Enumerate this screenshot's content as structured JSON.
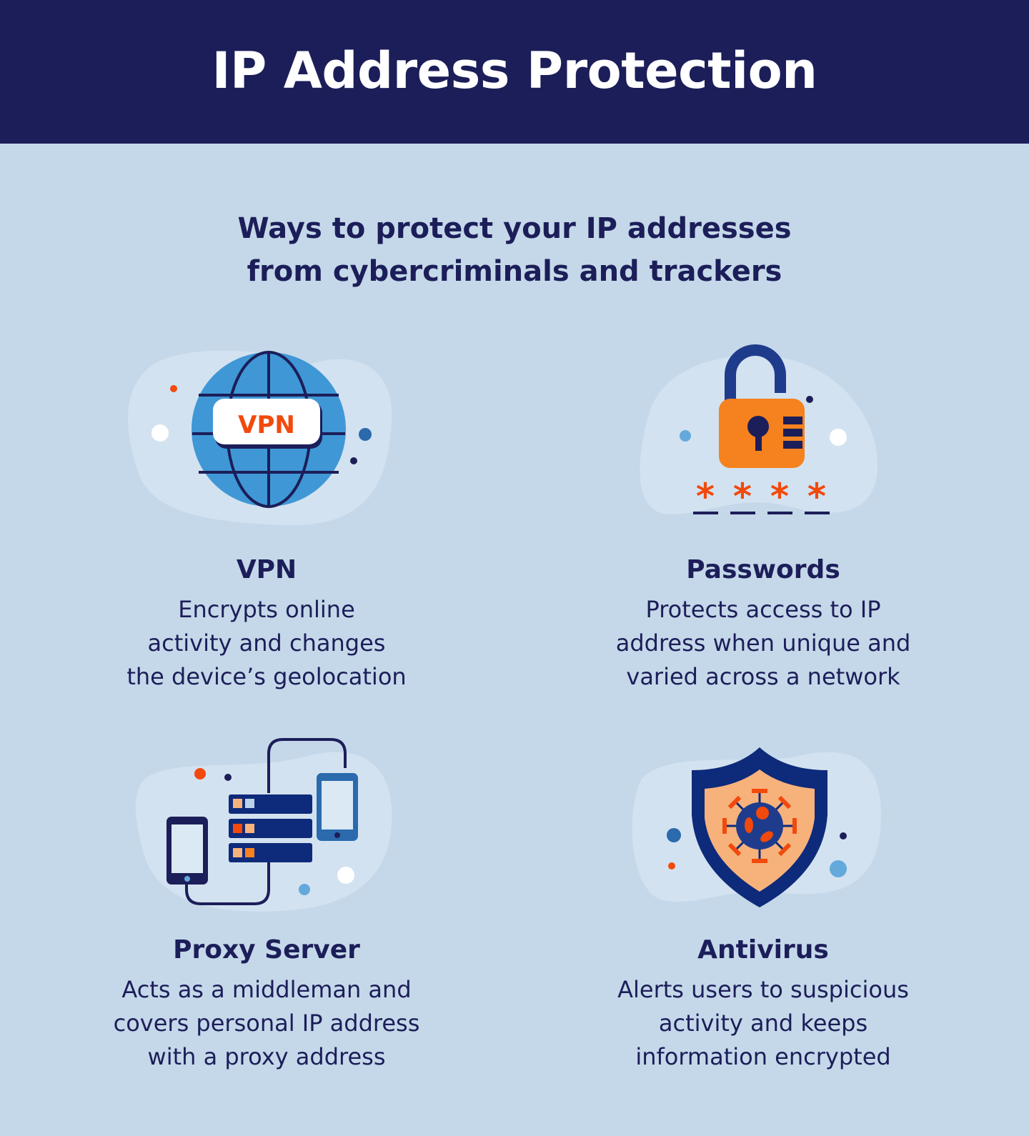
{
  "header": {
    "title": "IP Address Protection"
  },
  "subtitle": {
    "line1": "Ways to protect your IP addresses",
    "line2": "from cybercriminals and trackers"
  },
  "colors": {
    "navy": "#1c1e59",
    "background": "#c5d8e9",
    "blob": "#d3e2f0",
    "orange": "#f5821f",
    "red_orange": "#f2490c",
    "globe_blue": "#3f97d6",
    "shield_navy": "#0e2a7a",
    "peach": "#f7b27c"
  },
  "items": [
    {
      "icon": "vpn-globe-icon",
      "badge": "VPN",
      "title": "VPN",
      "lines": [
        "Encrypts online",
        "activity and changes",
        "the device’s geolocation"
      ]
    },
    {
      "icon": "padlock-password-icon",
      "masked": "****",
      "title": "Passwords",
      "lines": [
        "Protects access to IP",
        "address when unique and",
        "varied across a network"
      ]
    },
    {
      "icon": "proxy-server-icon",
      "title": "Proxy Server",
      "lines": [
        "Acts as a middleman and",
        "covers personal IP address",
        "with a proxy address"
      ]
    },
    {
      "icon": "antivirus-shield-icon",
      "title": "Antivirus",
      "lines": [
        "Alerts users to suspicious",
        "activity and keeps",
        "information encrypted"
      ]
    }
  ]
}
